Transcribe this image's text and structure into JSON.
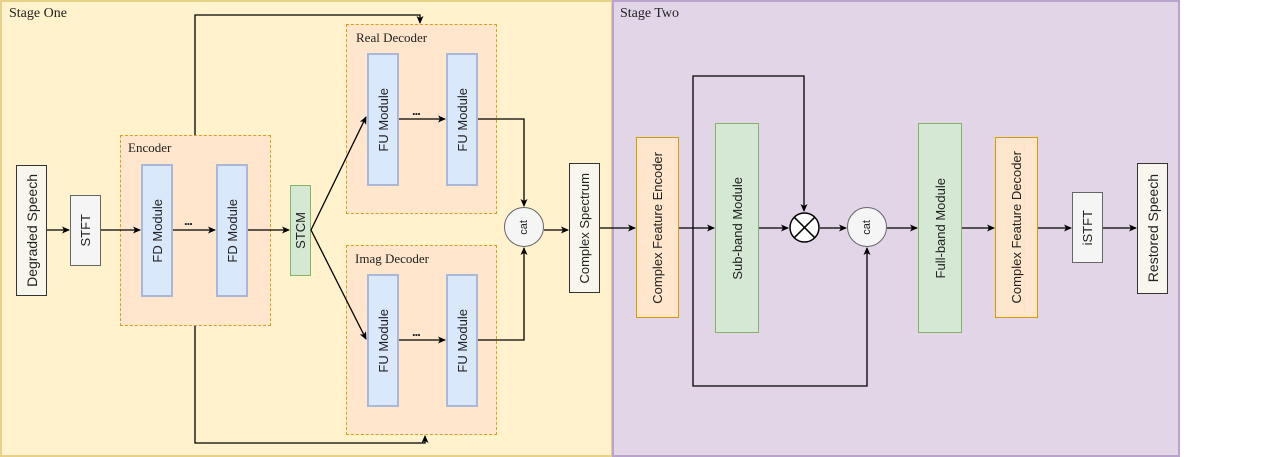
{
  "stages": [
    {
      "title": "Stage One",
      "background": "#fff2cc"
    },
    {
      "title": "Stage Two",
      "background": "#e1d5e7"
    }
  ],
  "stage_one": {
    "input": "Degraded Speech",
    "stft": "STFT",
    "encoder": {
      "title": "Encoder",
      "modules": [
        "FD Module",
        "FD Module"
      ],
      "ellipsis": "..."
    },
    "stcm": "STCM",
    "real_decoder": {
      "title": "Real Decoder",
      "modules": [
        "FU Module",
        "FU Module"
      ],
      "ellipsis": "..."
    },
    "imag_decoder": {
      "title": "Imag Decoder",
      "modules": [
        "FU Module",
        "FU Module"
      ],
      "ellipsis": "..."
    },
    "cat": "cat",
    "output": "Complex Spectrum"
  },
  "stage_two": {
    "encoder": "Complex Feature Encoder",
    "subband": "Sub-band Module",
    "multiply_icon": "multiply-circle-icon",
    "cat": "cat",
    "fullband": "Full-band Module",
    "decoder": "Complex Feature Decoder",
    "istft": "iSTFT",
    "output": "Restored Speech"
  },
  "colors": {
    "module_blue": "#dae8fc",
    "module_green": "#d5e8d4",
    "group_orange": "#ffe6cc",
    "group_border": "#d6a21a",
    "io_box": "#f9f7ed"
  }
}
